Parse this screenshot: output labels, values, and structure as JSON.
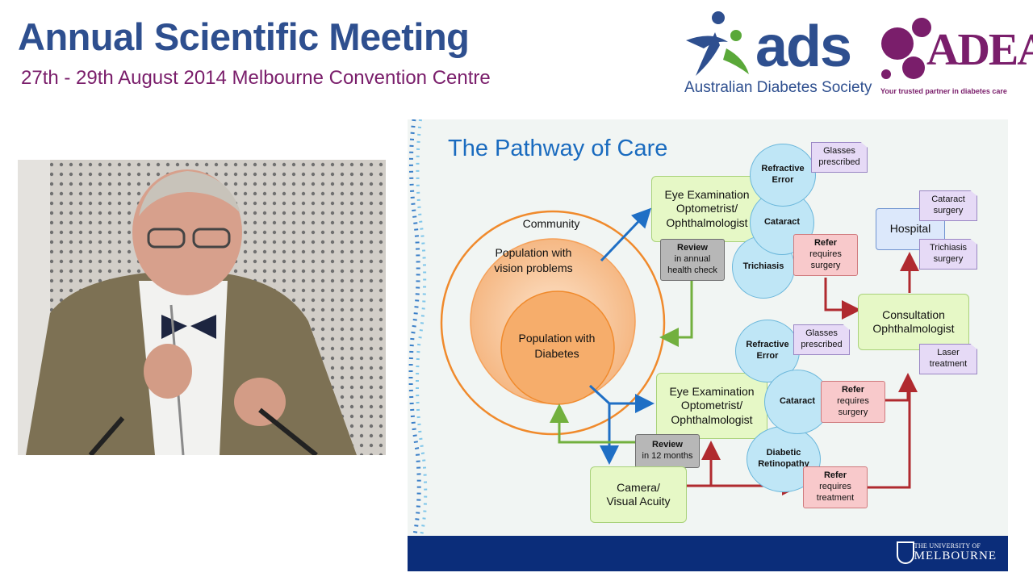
{
  "header": {
    "title": "Annual Scientific Meeting",
    "subtitle": "27th - 29th August 2014 Melbourne Convention Centre",
    "ads_logo": "ads",
    "ads_name": "Australian Diabetes Society",
    "adea_logo": "ADEA",
    "adea_tagline": "Your trusted partner in diabetes care"
  },
  "colors": {
    "header_blue": "#2e4f8f",
    "header_purple": "#7a1e6b",
    "slide_title_blue": "#1a6bbf",
    "footer_navy": "#0b2d7a",
    "arrow_blue": "#1f6fc5",
    "arrow_green": "#72b03e",
    "arrow_red": "#b02a2f",
    "circle_orange": "#f08a2c"
  },
  "video": {
    "icon": "speaker-video-feed"
  },
  "slide": {
    "title": "The Pathway of Care",
    "community": "Community",
    "population_vision_1": "Population with",
    "population_vision_2": "vision problems",
    "population_diabetes_1": "Population with",
    "population_diabetes_2": "Diabetes",
    "exam_top": {
      "l1": "Eye Examination",
      "l2": "Optometrist/",
      "l3": "Ophthalmologist"
    },
    "exam_bottom": {
      "l1": "Eye Examination",
      "l2": "Optometrist/",
      "l3": "Ophthalmologist"
    },
    "refractive_top": {
      "l1": "Refractive",
      "l2": "Error"
    },
    "cataract_top": "Cataract",
    "trichiasis": "Trichiasis",
    "glasses_top": {
      "l1": "Glasses",
      "l2": "prescribed"
    },
    "refer_surgery_top": {
      "l1": "Refer",
      "l2": "requires",
      "l3": "surgery"
    },
    "review_annual": {
      "l1": "Review",
      "l2": "in annual",
      "l3": "health check"
    },
    "hospital": "Hospital",
    "cataract_surgery": {
      "l1": "Cataract",
      "l2": "surgery"
    },
    "trichiasis_surgery": {
      "l1": "Trichiasis",
      "l2": "surgery"
    },
    "consultation": {
      "l1": "Consultation",
      "l2": "Ophthalmologist"
    },
    "laser": {
      "l1": "Laser",
      "l2": "treatment"
    },
    "refractive_bottom": {
      "l1": "Refractive",
      "l2": "Error"
    },
    "glasses_bottom": {
      "l1": "Glasses",
      "l2": "prescribed"
    },
    "cataract_bottom": "Cataract",
    "refer_surgery_bottom": {
      "l1": "Refer",
      "l2": "requires",
      "l3": "surgery"
    },
    "diabetic_retinopathy": {
      "l1": "Diabetic",
      "l2": "Retinopathy"
    },
    "review_12": {
      "l1": "Review",
      "l2": "in 12 months"
    },
    "camera": {
      "l1": "Camera/",
      "l2": "Visual Acuity"
    },
    "refer_treatment": {
      "l1": "Refer",
      "l2": "requires",
      "l3": "treatment"
    },
    "university_small": "THE UNIVERSITY OF",
    "university_big": "MELBOURNE"
  }
}
